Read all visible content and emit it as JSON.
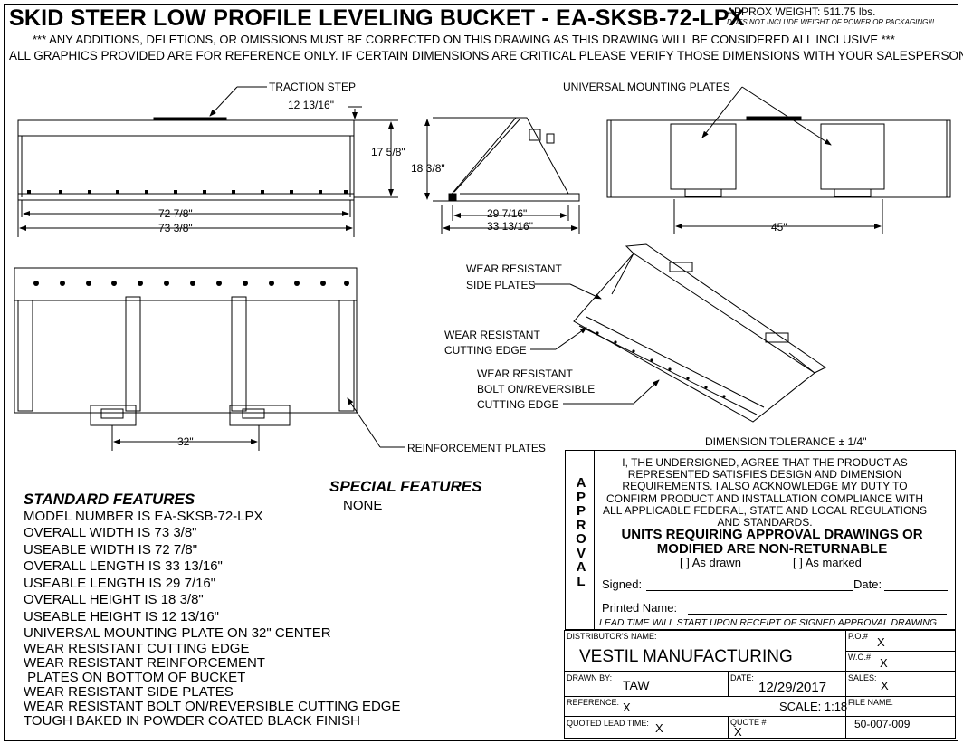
{
  "header": {
    "title": "SKID STEER LOW PROFILE LEVELING BUCKET - EA-SKSB-72-LPX",
    "weight": "APPROX WEIGHT: 511.75 lbs.",
    "weight_note": "DOES NOT INCLUDE WEIGHT OF POWER OR PACKAGING!!!",
    "notice_1": "*** ANY ADDITIONS, DELETIONS, OR OMISSIONS MUST BE CORRECTED ON THIS DRAWING AS THIS DRAWING WILL BE CONSIDERED ALL INCLUSIVE ***",
    "notice_2": "ALL GRAPHICS PROVIDED ARE FOR REFERENCE ONLY. IF CERTAIN DIMENSIONS ARE CRITICAL PLEASE VERIFY THOSE DIMENSIONS WITH YOUR SALESPERSON"
  },
  "drawing": {
    "labels": {
      "traction_step": "TRACTION STEP",
      "universal_plates": "UNIVERSAL MOUNTING PLATES",
      "side_plates_1": "WEAR RESISTANT",
      "side_plates_2": "SIDE PLATES",
      "cutting_edge_1": "WEAR RESISTANT",
      "cutting_edge_2": "CUTTING EDGE",
      "bolt_on_1": "WEAR RESISTANT",
      "bolt_on_2": "BOLT ON/REVERSIBLE",
      "bolt_on_3": "CUTTING EDGE",
      "reinforcement": "REINFORCEMENT PLATES"
    },
    "dims": {
      "d_12_13_16": "12 13/16\"",
      "d_17_5_8": "17 5/8\"",
      "d_18_3_8": "18 3/8\"",
      "d_72_7_8": "72 7/8\"",
      "d_73_3_8": "73 3/8\"",
      "d_29_7_16": "29 7/16\"",
      "d_33_13_16": "33 13/16\"",
      "d_45": "45\"",
      "d_32": "32\""
    },
    "tolerance": "DIMENSION TOLERANCE ± 1/4\""
  },
  "special_features": {
    "heading": "SPECIAL FEATURES",
    "items": [
      "NONE"
    ]
  },
  "standard_features": {
    "heading": "STANDARD FEATURES",
    "items": [
      "MODEL NUMBER IS EA-SKSB-72-LPX",
      "OVERALL WIDTH IS  73 3/8\"",
      "USEABLE WIDTH IS  72 7/8\"",
      "OVERALL LENGTH IS  33 13/16\"",
      "USEABLE LENGTH IS 29 7/16\"",
      "OVERALL HEIGHT IS  18 3/8\"",
      "USEABLE HEIGHT IS  12 13/16\"",
      "UNIVERSAL MOUNTING PLATE ON  32\"  CENTER",
      "WEAR RESISTANT CUTTING EDGE",
      "WEAR RESISTANT REINFORCEMENT",
      " PLATES ON BOTTOM OF BUCKET",
      "WEAR RESISTANT SIDE PLATES",
      "WEAR RESISTANT BOLT ON/REVERSIBLE CUTTING EDGE",
      "TOUGH BAKED IN POWDER COATED BLACK FINISH"
    ]
  },
  "approval": {
    "vertical_letters": [
      "A",
      "P",
      "P",
      "R",
      "O",
      "V",
      "A",
      "L"
    ],
    "agreement": "I, THE UNDERSIGNED, AGREE THAT THE PRODUCT AS REPRESENTED SATISFIES DESIGN AND DIMENSION REQUIREMENTS.  I ALSO ACKNOWLEDGE MY DUTY TO CONFIRM PRODUCT AND INSTALLATION COMPLIANCE WITH ALL APPLICABLE FEDERAL, STATE AND LOCAL REGULATIONS AND STANDARDS.",
    "units_line_1": "UNITS REQUIRING APPROVAL DRAWINGS OR",
    "units_line_2": "MODIFIED ARE NON-RETURNABLE",
    "as_drawn": "[  ] As drawn",
    "as_marked": "[  ] As marked",
    "signed": "Signed:",
    "date": "Date:",
    "printed_name": "Printed Name:",
    "lead_note": "LEAD TIME WILL START UPON RECEIPT OF SIGNED APPROVAL DRAWING"
  },
  "title_block": {
    "distributor_label": "DISTRIBUTOR'S NAME:",
    "distributor": "VESTIL MANUFACTURING",
    "po_label": "P.O.#",
    "po": "X",
    "wo_label": "W.O.#",
    "wo": "X",
    "drawn_by_label": "DRAWN BY:",
    "drawn_by": "TAW",
    "date_label": "DATE:",
    "date": "12/29/2017",
    "sales_label": "SALES:",
    "sales": "X",
    "reference_label": "REFERENCE:",
    "reference": "X",
    "scale": "SCALE: 1:18",
    "file_label": "FILE NAME:",
    "file": "50-007-009",
    "lead_time_label": "QUOTED LEAD TIME:",
    "lead_time": "X",
    "quote_label": "QUOTE #",
    "quote": "X"
  }
}
